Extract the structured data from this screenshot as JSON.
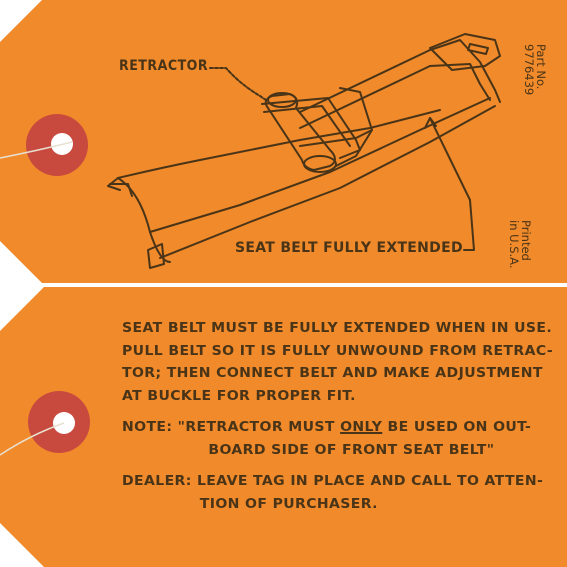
{
  "top_tag": {
    "retractor_label": "RETRACTOR",
    "extended_label": "SEAT BELT FULLY EXTENDED",
    "part_no_label": "Part No.",
    "part_no_value": "9776439",
    "printed_line1": "Printed",
    "printed_line2": "in U.S.A."
  },
  "bottom_tag": {
    "paragraph_lines": [
      "SEAT BELT MUST BE FULLY EXTENDED WHEN IN USE.",
      "PULL BELT SO IT IS FULLY UNWOUND FROM RETRAC-",
      "TOR; THEN CONNECT BELT AND MAKE ADJUSTMENT",
      "AT BUCKLE FOR PROPER FIT."
    ],
    "note": {
      "line1_prefix": "NOTE: \"RETRACTOR MUST ",
      "line1_emphasis": "ONLY",
      "line1_suffix": " BE USED ON OUT-",
      "line2": "BOARD SIDE OF FRONT SEAT BELT\""
    },
    "dealer": {
      "line1": "DEALER: LEAVE TAG IN PLACE AND CALL TO ATTEN-",
      "line2": "TION OF PURCHASER."
    }
  },
  "colors": {
    "tag_orange": "#f08a2a",
    "reinforcement_red": "#c84a3e",
    "ink_brown": "#4a3418"
  }
}
